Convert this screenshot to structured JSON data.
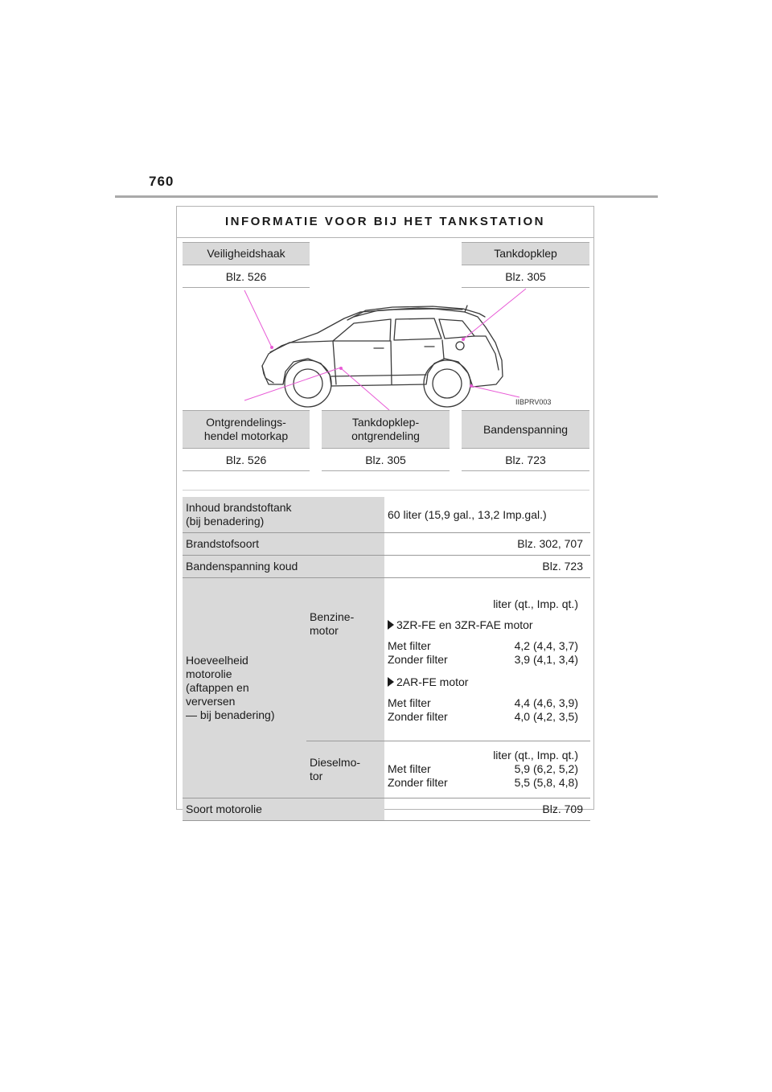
{
  "page_number": "760",
  "section_title": "INFORMATIE VOOR BIJ HET TANKSTATION",
  "image_code": "IIBPRV003",
  "callouts": [
    {
      "label": "Veiligheidshaak",
      "page": "Blz. 526"
    },
    {
      "label": "Tankdopklep",
      "page": "Blz. 305"
    },
    {
      "label": "Ontgrendelings-\nhendel motorkap",
      "page": "Blz. 526"
    },
    {
      "label": "Tankdopklep-\nontgrendeling",
      "page": "Blz. 305"
    },
    {
      "label": "Bandenspanning",
      "page": "Blz. 723"
    }
  ],
  "table": {
    "capacity_label": "Inhoud brandstoftank\n(bij benadering)",
    "capacity_value": "60 liter (15,9 gal., 13,2 Imp.gal.)",
    "fuel_type_label": "Brandstofsoort",
    "fuel_type_value": "Blz. 302, 707",
    "tire_pressure_label": "Bandenspanning koud",
    "tire_pressure_value": "Blz. 723",
    "oil_quantity_label": "Hoeveelheid\nmotorolie\n(aftappen en\nverversen\n— bij benadering)",
    "petrol": {
      "label": "Benzine-\nmotor",
      "unit": "liter (qt., Imp. qt.)",
      "engine_a": "3ZR-FE en 3ZR-FAE motor",
      "engine_a_with_filter": "Met filter",
      "engine_a_with_filter_value": "4,2 (4,4, 3,7)",
      "engine_a_without_filter": "Zonder filter",
      "engine_a_without_filter_value": "3,9 (4,1, 3,4)",
      "engine_b": "2AR-FE motor",
      "engine_b_with_filter": "Met filter",
      "engine_b_with_filter_value": "4,4 (4,6, 3,9)",
      "engine_b_without_filter": "Zonder filter",
      "engine_b_without_filter_value": "4,0 (4,2, 3,5)"
    },
    "diesel": {
      "label": "Dieselmo-\ntor",
      "unit": "liter (qt., Imp. qt.)",
      "with_filter": "Met filter",
      "with_filter_value": "5,9 (6,2, 5,2)",
      "without_filter": "Zonder filter",
      "without_filter_value": "5,5 (5,8, 4,8)"
    },
    "oil_type_label": "Soort motorolie",
    "oil_type_value": "Blz. 709"
  },
  "colors": {
    "label_bg": "#d9d9d9",
    "rule": "#a9a9a9",
    "pointer": "#e85bd6"
  }
}
